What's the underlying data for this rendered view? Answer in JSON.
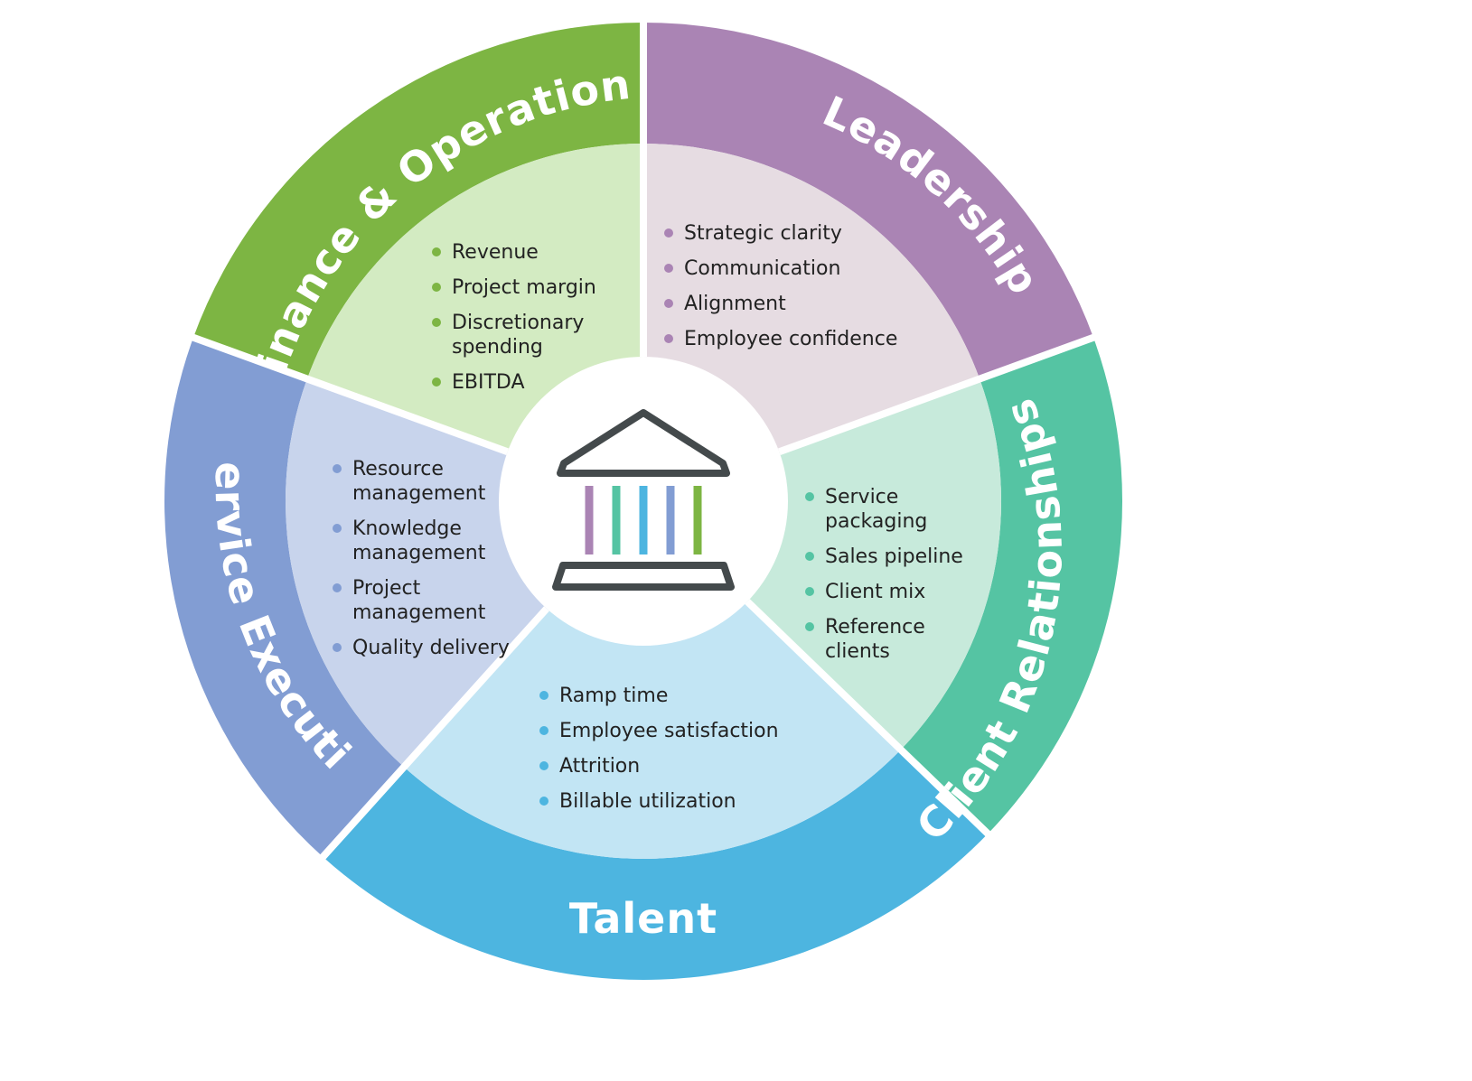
{
  "segments": [
    {
      "id": "finance",
      "title": "Finance & Operations",
      "outer_color": "#7db543",
      "inner_color": "#d3ebc2",
      "bullet_color": "#7db543",
      "items": [
        [
          "Revenue"
        ],
        [
          "Project margin"
        ],
        [
          "Discretionary",
          "spending"
        ],
        [
          "EBITDA"
        ]
      ]
    },
    {
      "id": "leadership",
      "title": "Leadership",
      "outer_color": "#aa84b4",
      "inner_color": "#e6dce2",
      "bullet_color": "#aa84b4",
      "items": [
        [
          "Strategic clarity"
        ],
        [
          "Communication"
        ],
        [
          "Alignment"
        ],
        [
          "Employee confidence"
        ]
      ]
    },
    {
      "id": "client",
      "title": "Client Relationships",
      "outer_color": "#55c4a3",
      "inner_color": "#c7eadb",
      "bullet_color": "#55c4a3",
      "items": [
        [
          "Service",
          "packaging"
        ],
        [
          "Sales pipeline"
        ],
        [
          "Client mix"
        ],
        [
          "Reference",
          "clients"
        ]
      ]
    },
    {
      "id": "talent",
      "title": "Talent",
      "outer_color": "#4db5e0",
      "inner_color": "#c2e5f4",
      "bullet_color": "#4db5e0",
      "items": [
        [
          "Ramp time"
        ],
        [
          "Employee satisfaction"
        ],
        [
          "Attrition"
        ],
        [
          "Billable utilization"
        ]
      ]
    },
    {
      "id": "service",
      "title": "Service Execution",
      "outer_color": "#829dd3",
      "inner_color": "#c8d4ec",
      "bullet_color": "#829dd3",
      "items": [
        [
          "Resource",
          "management"
        ],
        [
          "Knowledge",
          "management"
        ],
        [
          "Project",
          "management"
        ],
        [
          "Quality delivery"
        ]
      ]
    }
  ],
  "center": {
    "icon": "bank-building-icon",
    "outline_color": "#444a4c",
    "column_colors": [
      "#aa84b4",
      "#55c4a3",
      "#4db5e0",
      "#829dd3",
      "#7db543"
    ]
  }
}
